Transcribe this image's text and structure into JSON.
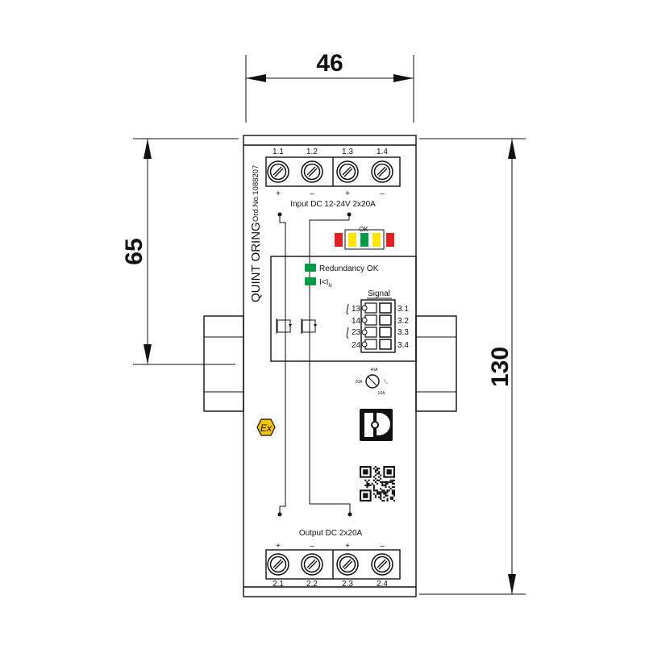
{
  "dimensions": {
    "width": "46",
    "upper_height": "65",
    "height": "130"
  },
  "device": {
    "name": "QUINT ORING",
    "order_number": "Ord.No.1088207",
    "input_terminals": [
      {
        "label": "1.1",
        "polarity": "+"
      },
      {
        "label": "1.2",
        "polarity": "–"
      },
      {
        "label": "1.3",
        "polarity": "+"
      },
      {
        "label": "1.4",
        "polarity": "–"
      }
    ],
    "input_label": "Input DC 12-24V 2x20A",
    "output_terminals": [
      {
        "label": "2.1",
        "polarity": "+"
      },
      {
        "label": "2.2",
        "polarity": "–"
      },
      {
        "label": "2.3",
        "polarity": "+"
      },
      {
        "label": "2.4",
        "polarity": "–"
      }
    ],
    "output_label": "Output DC 2x20A",
    "led_bar_label": "OK",
    "led_colors": [
      "#e31e24",
      "#ffe500",
      "#009a44",
      "#ffe500",
      "#e31e24"
    ],
    "status_leds": [
      {
        "label": "Redundancy OK",
        "color": "#009a44"
      },
      {
        "label": "I<I",
        "subscript": "N",
        "color": "#009a44"
      }
    ],
    "signal": {
      "title": "Signal",
      "contacts_left": [
        "13",
        "14",
        "23",
        "24"
      ],
      "contacts_right": [
        "3.1",
        "3.2",
        "3.3",
        "3.4"
      ]
    },
    "dial": {
      "top": "40A",
      "left": "20A",
      "bottom": "10A",
      "right": "I",
      "right_sub": "N"
    },
    "ex_mark": "Ex",
    "ex_color": "#f5c400"
  }
}
